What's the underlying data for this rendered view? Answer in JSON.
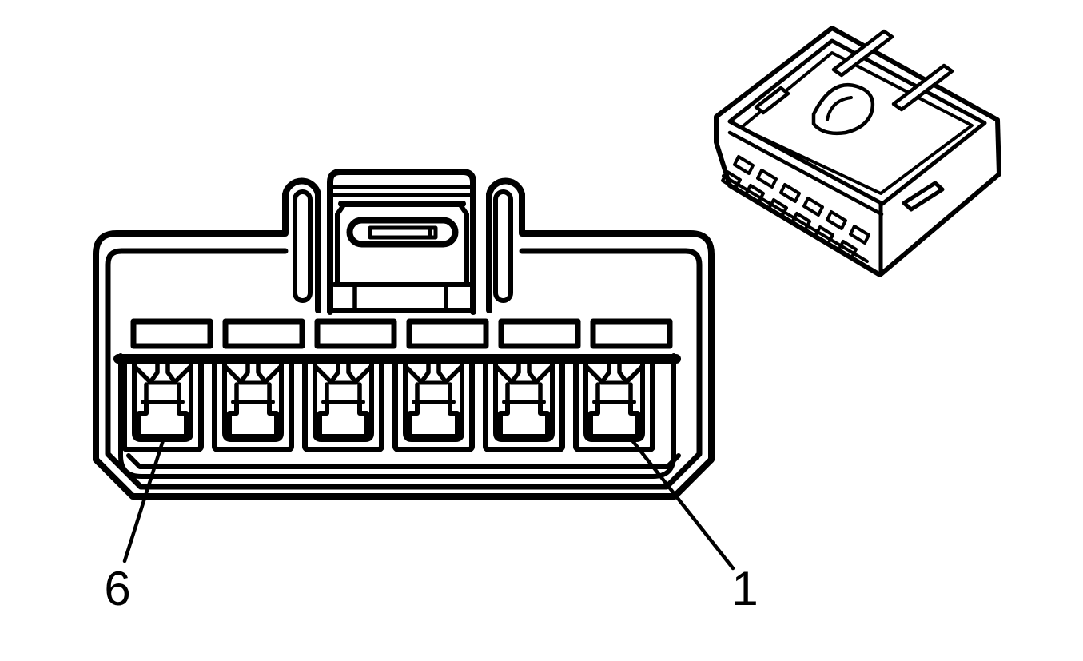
{
  "diagram": {
    "type": "electrical-connector-pinout-diagram",
    "background_color": "#ffffff",
    "line_color": "#000000",
    "views": [
      "front-view",
      "isometric-view"
    ],
    "front_view": {
      "terminal_count": 6,
      "cavity_slot_count": 6
    }
  },
  "labels": {
    "pin6": {
      "text": "6"
    },
    "pin1": {
      "text": "1"
    }
  }
}
